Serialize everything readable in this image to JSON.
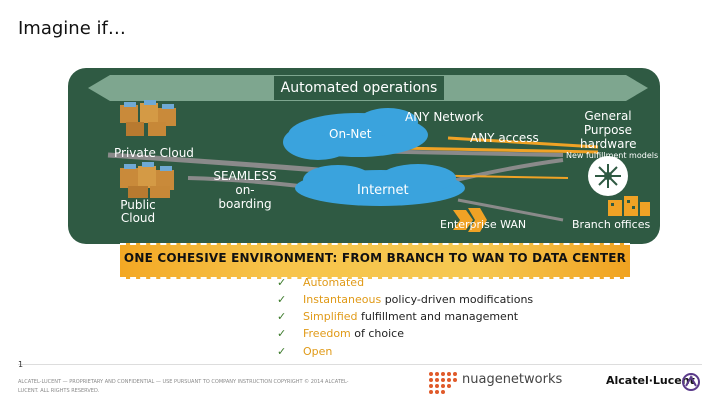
{
  "slide": {
    "title": "Imagine if…",
    "automated_ops": "Automated operations",
    "private_cloud": "Private Cloud",
    "public_cloud": "Public\nCloud",
    "seamless": "SEAMLESS\non-boarding",
    "on_net": "On-Net",
    "any_network": "ANY Network",
    "any_access": "ANY access",
    "gp_hardware": "General\nPurpose\nhardware",
    "nfm": "New fulfillment models",
    "internet": "Internet",
    "enterprise_wan": "Enterprise WAN",
    "branch_offices": "Branch offices",
    "band": "ONE COHESIVE ENVIRONMENT: FROM BRANCH TO WAN TO DATA CENTER",
    "checks": [
      {
        "hl": "Automated",
        "rest": ""
      },
      {
        "hl": "Instantaneous",
        "rest": " policy-driven modifications"
      },
      {
        "hl": "Simplified",
        "rest": " fulfillment and management"
      },
      {
        "hl": "Freedom",
        "rest": " of choice"
      },
      {
        "hl": "Open",
        "rest": ""
      }
    ],
    "check_mark": "✓",
    "page_number": "1",
    "legal": "ALCATEL-LUCENT — PROPRIETARY AND CONFIDENTIAL — USE PURSUANT TO COMPANY INSTRUCTION COPYRIGHT © 2014 ALCATEL-LUCENT. ALL RIGHTS RESERVED.",
    "nuage": "nuagenetworks",
    "alu": "Alcatel·Lucent"
  },
  "colors": {
    "panel": "#2f5a43",
    "pipe": "#8a8a8a",
    "orange": "#f0a225",
    "cloud": "#3aa3dd"
  }
}
